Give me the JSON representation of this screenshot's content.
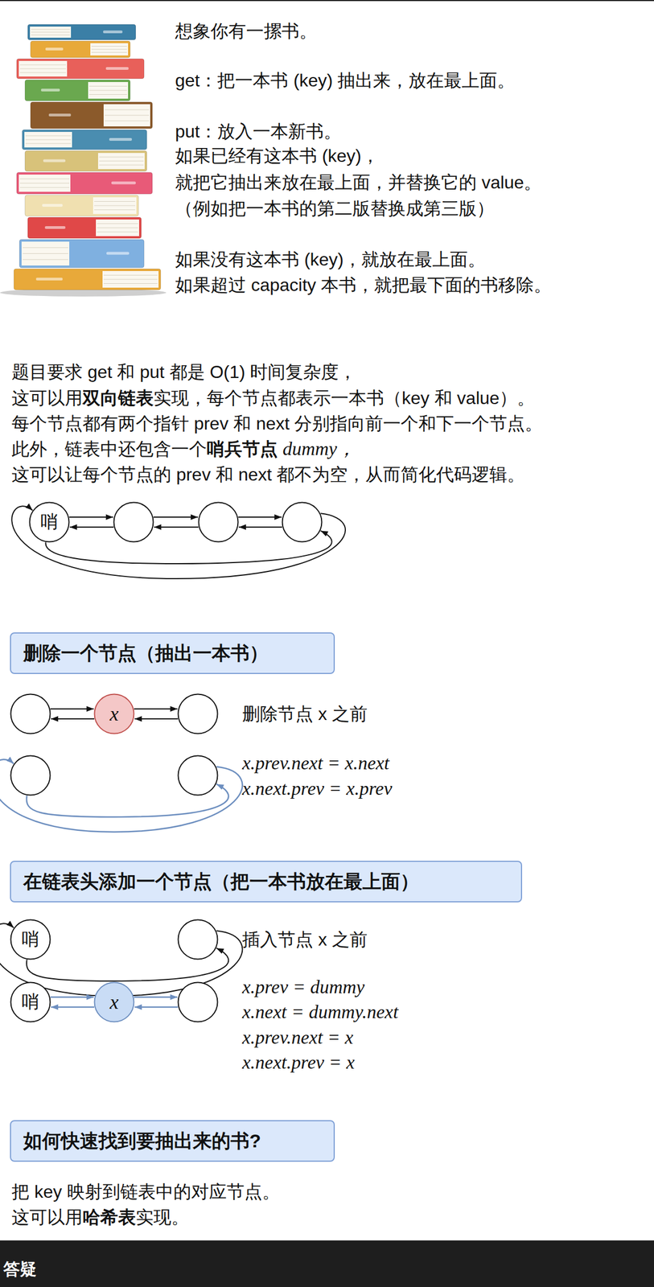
{
  "diagram": {
    "nodes": [
      {
        "text": [
          "哨"
        ]
      },
      {
        "text": []
      },
      {
        "text": []
      },
      {
        "text": []
      },
      {
        "text": [
          "删除一个节点（抽出一本书）"
        ]
      },
      {
        "text": []
      },
      {
        "text": [
          "x"
        ]
      },
      {
        "text": []
      },
      {
        "text": []
      },
      {
        "text": []
      },
      {
        "text": [
          "在链表头添加一个节点（把一本书放在最上面）"
        ]
      },
      {
        "text": [
          "哨"
        ]
      },
      {
        "text": []
      },
      {
        "text": [
          "哨"
        ]
      },
      {
        "text": [
          "x"
        ]
      },
      {
        "text": []
      },
      {
        "text": [
          "如何快速找到要抽出来的书?"
        ]
      }
    ],
    "edges": [
      {
        "from": 0,
        "to": 1,
        "arrow": "to"
      },
      {
        "from": 1,
        "to": 0,
        "arrow": "to"
      },
      {
        "from": 1,
        "to": 2,
        "arrow": "to"
      },
      {
        "from": 2,
        "to": 1,
        "arrow": "to"
      },
      {
        "from": 2,
        "to": 3,
        "arrow": "to"
      },
      {
        "from": 3,
        "to": 2,
        "arrow": "to"
      },
      {
        "from": 3,
        "to": 0,
        "arrow": "to"
      },
      {
        "from": 0,
        "to": 3,
        "arrow": "to"
      },
      {
        "from": 5,
        "to": 6,
        "arrow": "to"
      },
      {
        "from": 6,
        "to": 5,
        "arrow": "to"
      },
      {
        "from": 6,
        "to": 7,
        "arrow": "to"
      },
      {
        "from": 7,
        "to": 6,
        "arrow": "to"
      },
      {
        "from": 8,
        "to": 9,
        "arrow": "to"
      },
      {
        "from": 9,
        "to": 8,
        "arrow": "to"
      },
      {
        "from": 11,
        "to": 12,
        "arrow": "to"
      },
      {
        "from": 12,
        "to": 11,
        "arrow": "to"
      },
      {
        "from": 13,
        "to": 14,
        "arrow": "to"
      },
      {
        "from": 14,
        "to": 13,
        "arrow": "to"
      },
      {
        "from": 14,
        "to": 15,
        "arrow": "to"
      },
      {
        "from": 15,
        "to": 14,
        "arrow": "to"
      }
    ],
    "labels": [
      "想象你有一摞书。",
      "get：把一本书 (key) 抽出来，放在最上面。",
      "put：放入一本新书。",
      "如果已经有这本书 (key)，",
      "就把它抽出来放在最上面，并替换它的 value。",
      "（例如把一本书的第二版替换成第三版）",
      "如果没有这本书 (key)，就放在最上面。",
      "如果超过 capacity 本书，就把最下面的书移除。",
      "题目要求 get 和 put 都是 O(1) 时间复杂度，",
      "这可以用",
      "双向链表",
      "实现，每个节点都表示一本书（key 和 value）。",
      "每个节点都有两个指针 prev 和 next 分别指向前一个和下一个节点。",
      "此外，链表中还包含一个",
      "哨兵节点",
      "dummy，",
      "这可以让每个节点的 prev 和 next 都不为空，从而简化代码逻辑。",
      "删除节点 x 之前",
      "x.prev.next = x.next",
      "x.next.prev = x.prev",
      "插入节点 x 之前",
      "x.prev = dummy",
      "x.next = dummy.next",
      "x.prev.next = x",
      "x.next.prev = x",
      "把 key 映射到链表中的对应节点。",
      "这可以用",
      "哈希表",
      "实现。",
      "答疑"
    ]
  }
}
